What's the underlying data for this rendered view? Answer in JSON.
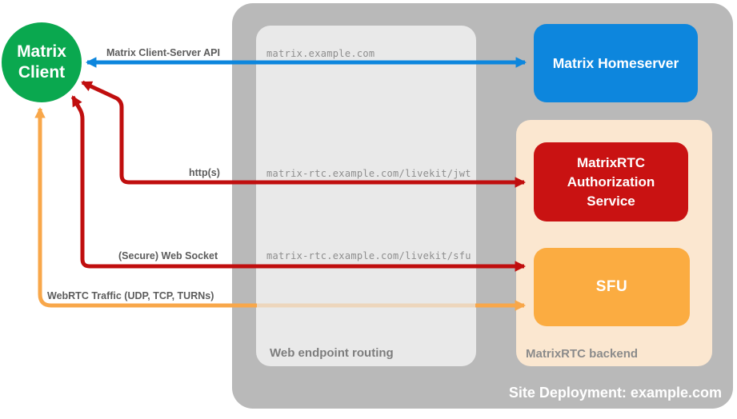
{
  "diagram_title": "Site Deployment: example.com",
  "colors": {
    "client_green": "#0aa84f",
    "homeserver_blue": "#0d86dd",
    "auth_red": "#c91212",
    "sfu_orange": "#fbac41",
    "site_container_gray": "#b9b9b9",
    "routing_container_gray": "#e9e9e9",
    "backend_container_peach": "#fbe7d0",
    "arrow_red": "#c00e0e",
    "arrow_orange": "#f8a74a",
    "arrow_blue": "#0d86dd"
  },
  "nodes": {
    "client": {
      "line1": "Matrix",
      "line2": "Client"
    },
    "homeserver": {
      "label": "Matrix Homeserver"
    },
    "auth_service": {
      "label": "MatrixRTC Authorization Service"
    },
    "sfu": {
      "label": "SFU"
    }
  },
  "containers": {
    "site": {
      "label": "Site Deployment: example.com"
    },
    "routing": {
      "label": "Web endpoint routing"
    },
    "backend": {
      "label": "MatrixRTC backend"
    }
  },
  "connections": [
    {
      "name": "matrix-client-server-api",
      "label": "Matrix Client-Server API",
      "endpoint": "matrix.example.com",
      "from": "Matrix Client",
      "to": "Matrix Homeserver",
      "color": "#0d86dd",
      "bidirectional": true
    },
    {
      "name": "https",
      "label": "http(s)",
      "endpoint": "matrix-rtc.example.com/livekit/jwt",
      "from": "Matrix Client",
      "to": "MatrixRTC Authorization Service",
      "color": "#c00e0e",
      "bidirectional": true
    },
    {
      "name": "secure-web-socket",
      "label": "(Secure) Web Socket",
      "endpoint": "matrix-rtc.example.com/livekit/sfu",
      "from": "Matrix Client",
      "to": "SFU",
      "color": "#c00e0e",
      "bidirectional": true
    },
    {
      "name": "webrtc-traffic",
      "label": "WebRTC Traffic (UDP, TCP, TURNs)",
      "endpoint": "",
      "from": "Matrix Client",
      "to": "SFU",
      "color": "#f8a74a",
      "bidirectional": true
    }
  ]
}
